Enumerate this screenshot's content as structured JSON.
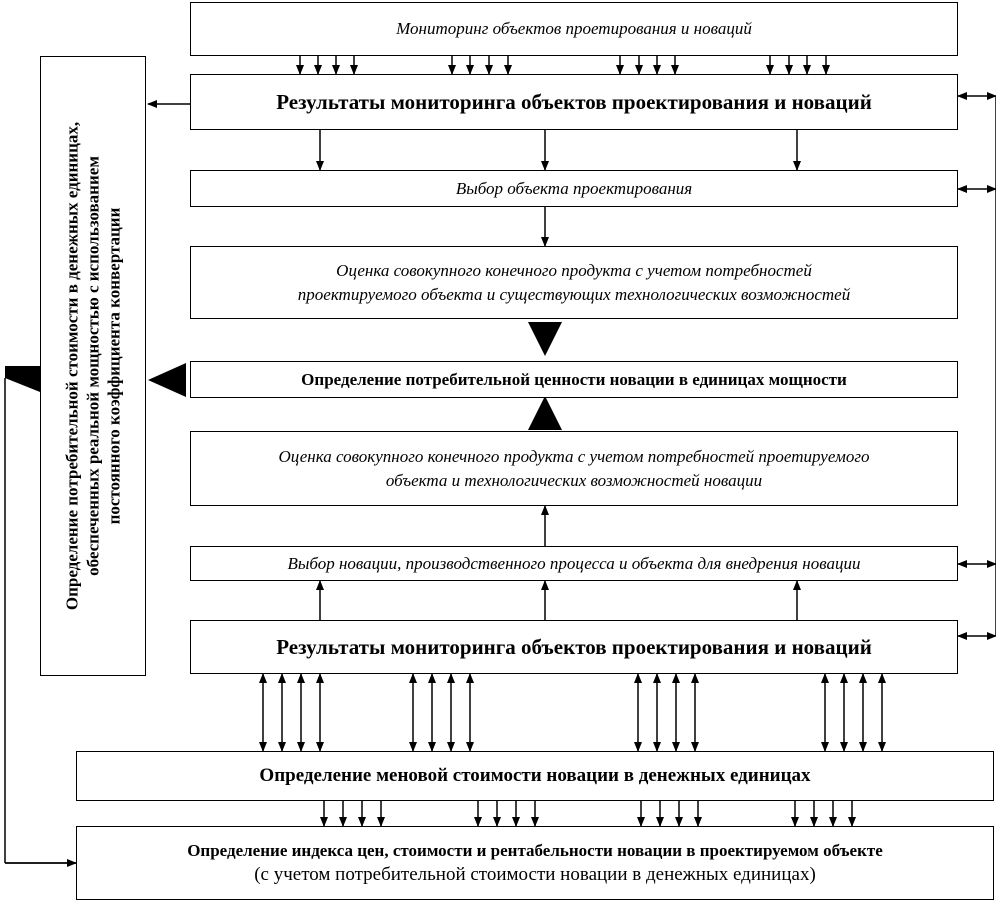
{
  "diagram": {
    "monitoring": "Мониторинг объектов проетирования и новаций",
    "results_top": "Результаты мониторинга объектов проектирования и новаций",
    "choose_object": "Выбор объекта проектирования",
    "assess_object_1": "Оценка совокупного конечного продукта с учетом потребностей",
    "assess_object_2": "проектируемого объекта  и существующих технологических возможностей",
    "consumer_value": "Определение потребительной ценности новации в единицах мощности",
    "assess_novation_1": "Оценка совокупного конечного продукта с учетом потребностей проетируемого",
    "assess_novation_2": "объекта  и технологических возможностей новации",
    "choose_novation": "Выбор новации, производственного процесса и объекта для внедрения новации",
    "results_bottom": "Результаты мониторинга объектов проектирования и новаций",
    "exchange_value": "Определение меновой стоимости новации в денежных единицах",
    "index_1": "Определение индекса цен, стоимости и рентабельности новации в проектируемом объекте",
    "index_2": "(с учетом потребительной стоимости новации в денежных единицах)",
    "side_1": "Определение потребительной стоимости в денежных единицах,",
    "side_2": "обеспеченных реальной мощностью с использованием",
    "side_3": "постоянного коэффициента конвертации"
  }
}
